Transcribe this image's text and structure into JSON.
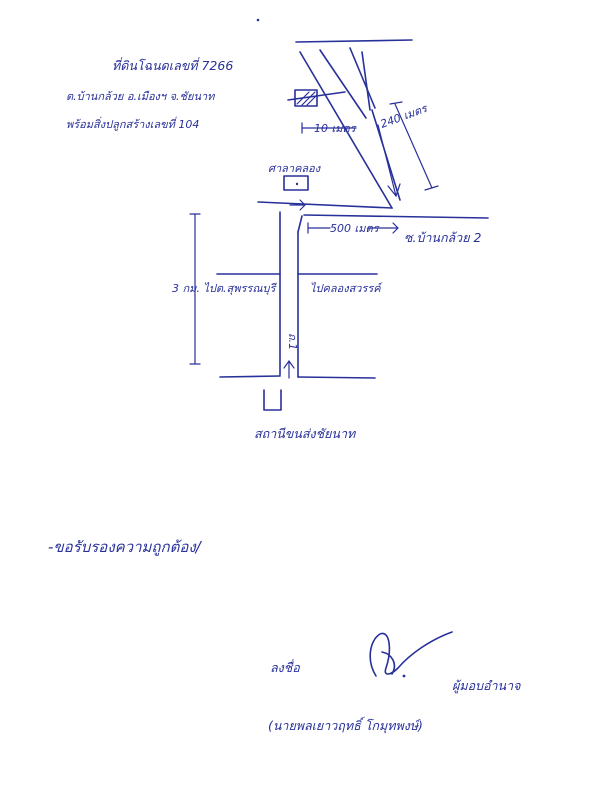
{
  "document": {
    "ink_color": "#28309a",
    "map": {
      "land_header": "ที่ดินโฉนดเลขที่ 7266",
      "land_location": "ต.บ้านกล้วย อ.เมืองฯ จ.ชัยนาท",
      "land_building": "พร้อมสิ่งปลูกสร้างเลขที่ 104",
      "dist_10m": "10 เมตร",
      "dist_240m": "240 เมตร",
      "dist_500m": "500 เมตร",
      "soi_label": "ซ.บ้านกล้วย 2",
      "pavilion_label": "ศาลาคลอง",
      "road_3km": "3 กม. ไปต.สุพรรณบุรี",
      "road_right": "ไปคลองสวรรค์",
      "road_vertical": "ถ.1",
      "station_label": "สถานีขนส่งชัยนาท"
    },
    "certification": "-ขอรับรองความถูกต้อง/",
    "signature": {
      "sign_label": "ลงชื่อ",
      "role": "ผู้มอบอำนาจ",
      "name": "(นายพลเยาวฤทธิ์ โกมุทพงษ์)"
    }
  }
}
